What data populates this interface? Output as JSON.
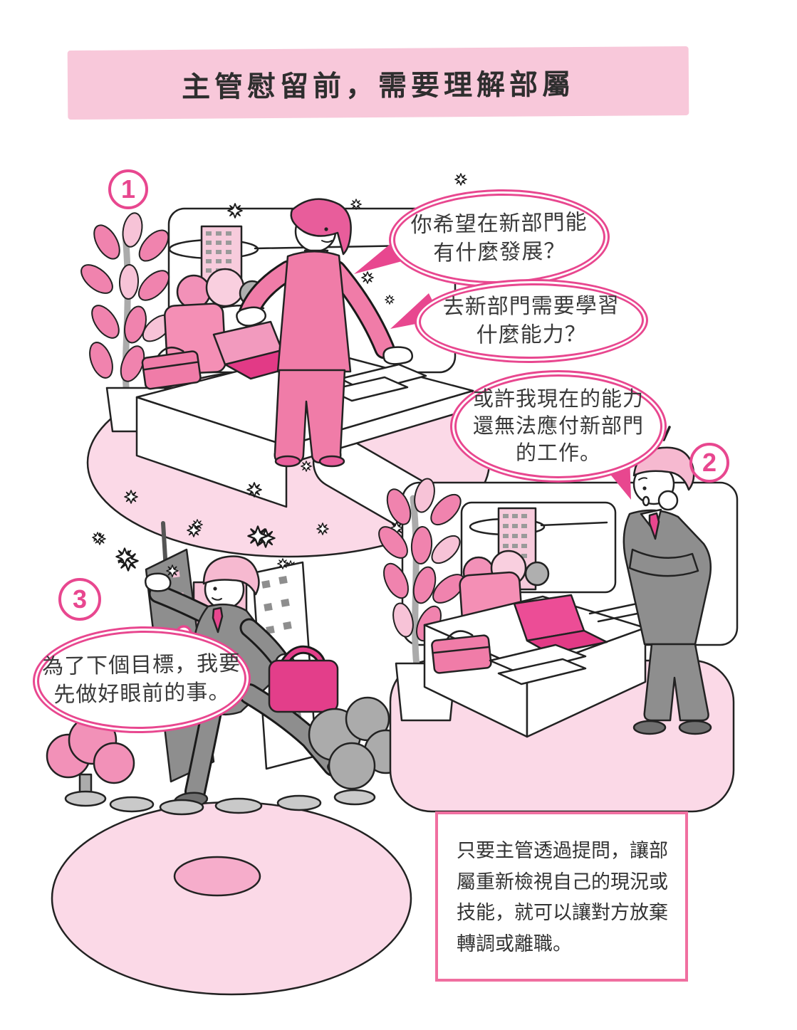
{
  "title": {
    "text": "主管慰留前，需要理解部屬"
  },
  "markers": {
    "m1": "1",
    "m2": "2",
    "m3": "3"
  },
  "bubbles": {
    "b1": {
      "lines": [
        "你希望在新部門能",
        "有什麼發展？"
      ]
    },
    "b2": {
      "lines": [
        "去新部門需要學習",
        "什麼能力？"
      ]
    },
    "b3": {
      "lines": [
        "或許我現在的能力",
        "還無法應付新部門",
        "的工作。"
      ]
    },
    "b4": {
      "lines": [
        "為了下個目標，我要",
        "先做好眼前的事。"
      ]
    }
  },
  "caption": {
    "text": "只要主管透過提問，讓部屬重新檢視自己的現況或技能，就可以讓對方放棄轉調或離職。"
  },
  "icons": {
    "sparkle_icon": "eight-point-star",
    "marker_icon": "circled-number"
  },
  "colors": {
    "banner_pink": "#f8c8da",
    "bubble_ring_pink": "#e8478f",
    "platform_light_pink": "#fbd9e7",
    "suit_pink": "#f07ca8",
    "accent_magenta": "#e33e8a",
    "gray_suit": "#8e8e8e",
    "caption_border_pink": "#f06fa0",
    "ink": "#222222"
  }
}
